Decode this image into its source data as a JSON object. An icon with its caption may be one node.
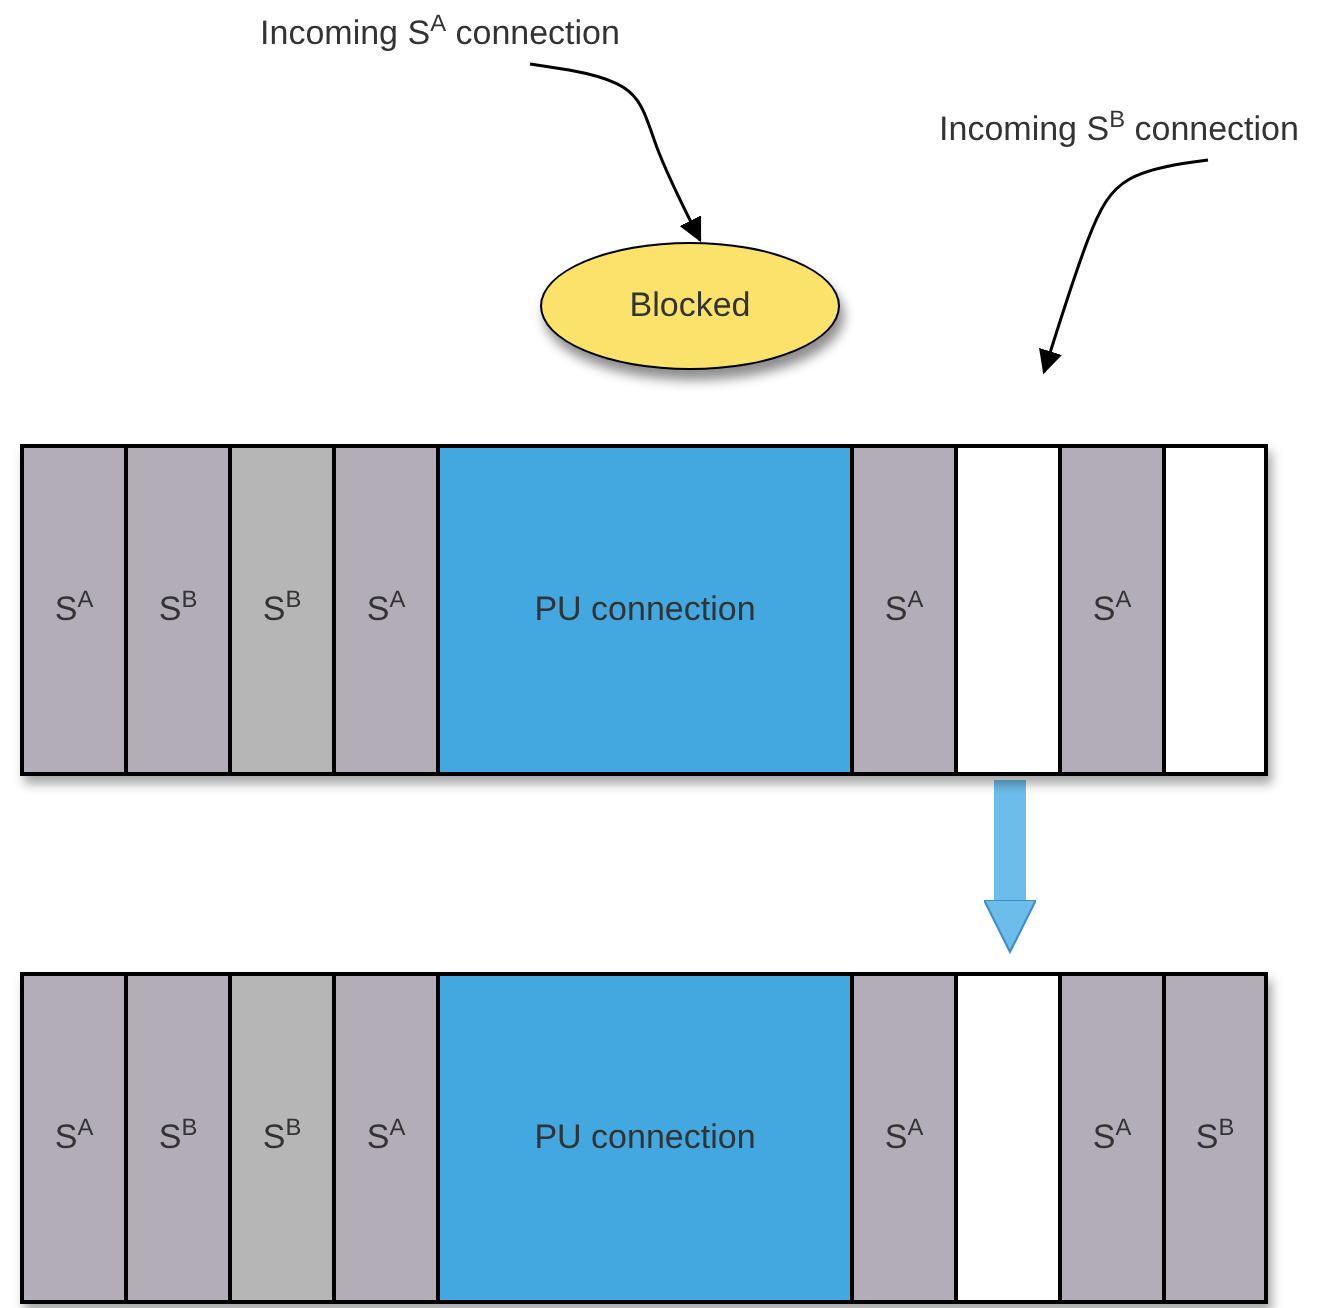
{
  "diagram": {
    "nodes": [
      {
        "text": [
          "Incoming S$^{A}$ connection"
        ]
      },
      {
        "text": [
          "Incoming S$^{B}$ connection"
        ]
      },
      {
        "text": [
          "Blocked"
        ]
      },
      {
        "text": [],
        "shape": "box"
      },
      {
        "text": [
          "S$^{A}$"
        ],
        "in": 3
      },
      {
        "text": [
          "S$^{B}$"
        ],
        "in": 3
      },
      {
        "text": [
          "S$^{B}$"
        ],
        "in": 3
      },
      {
        "text": [
          "S$^{A}$"
        ],
        "in": 3
      },
      {
        "text": [
          "PU connection"
        ],
        "in": 3
      },
      {
        "text": [
          "S$^{A}$"
        ],
        "in": 3
      },
      {
        "text": [],
        "shape": "box",
        "in": 3
      },
      {
        "text": [
          "S$^{A}$"
        ],
        "in": 3
      },
      {
        "text": [],
        "shape": "box",
        "in": 3
      },
      {
        "text": [],
        "shape": "box"
      },
      {
        "text": [
          "S$^{A}$"
        ],
        "in": 13
      },
      {
        "text": [
          "S$^{B}$"
        ],
        "in": 13
      },
      {
        "text": [
          "S$^{B}$"
        ],
        "in": 13
      },
      {
        "text": [
          "S$^{A}$"
        ],
        "in": 13
      },
      {
        "text": [
          "PU connection"
        ],
        "in": 13
      },
      {
        "text": [
          "S$^{A}$"
        ],
        "in": 13
      },
      {
        "text": [],
        "shape": "box",
        "in": 13
      },
      {
        "text": [
          "S$^{A}$"
        ],
        "in": 13
      },
      {
        "text": [
          "S$^{B}$"
        ],
        "in": 13
      }
    ],
    "edges": [
      {
        "from": 0,
        "to": 2,
        "arrow": "to"
      },
      {
        "from": 1,
        "to": null,
        "arrow": "to"
      },
      {
        "from": 3,
        "to": 13,
        "arrow": "to",
        "style": "thick",
        "color": "#6cbde9"
      }
    ]
  }
}
